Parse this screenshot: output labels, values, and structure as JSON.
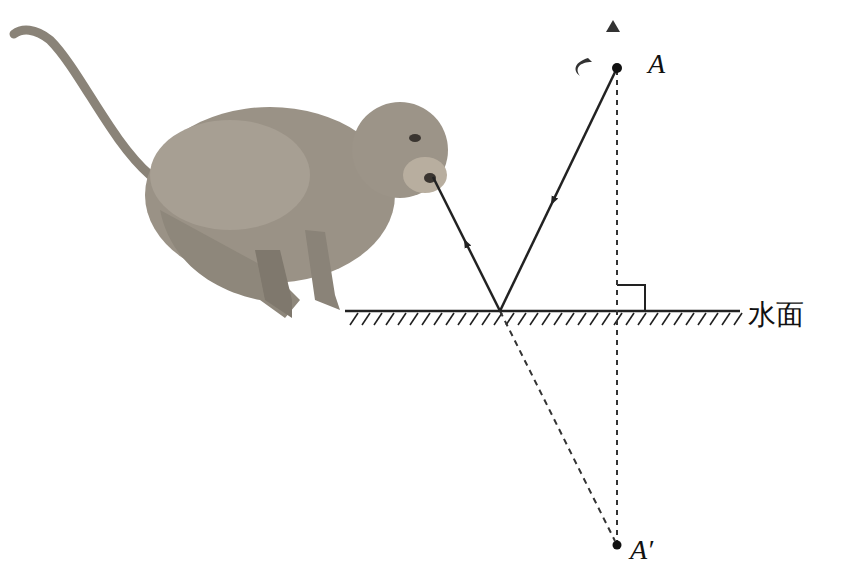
{
  "diagram": {
    "labels": [
      "A",
      "水面",
      "A′"
    ]
  }
}
